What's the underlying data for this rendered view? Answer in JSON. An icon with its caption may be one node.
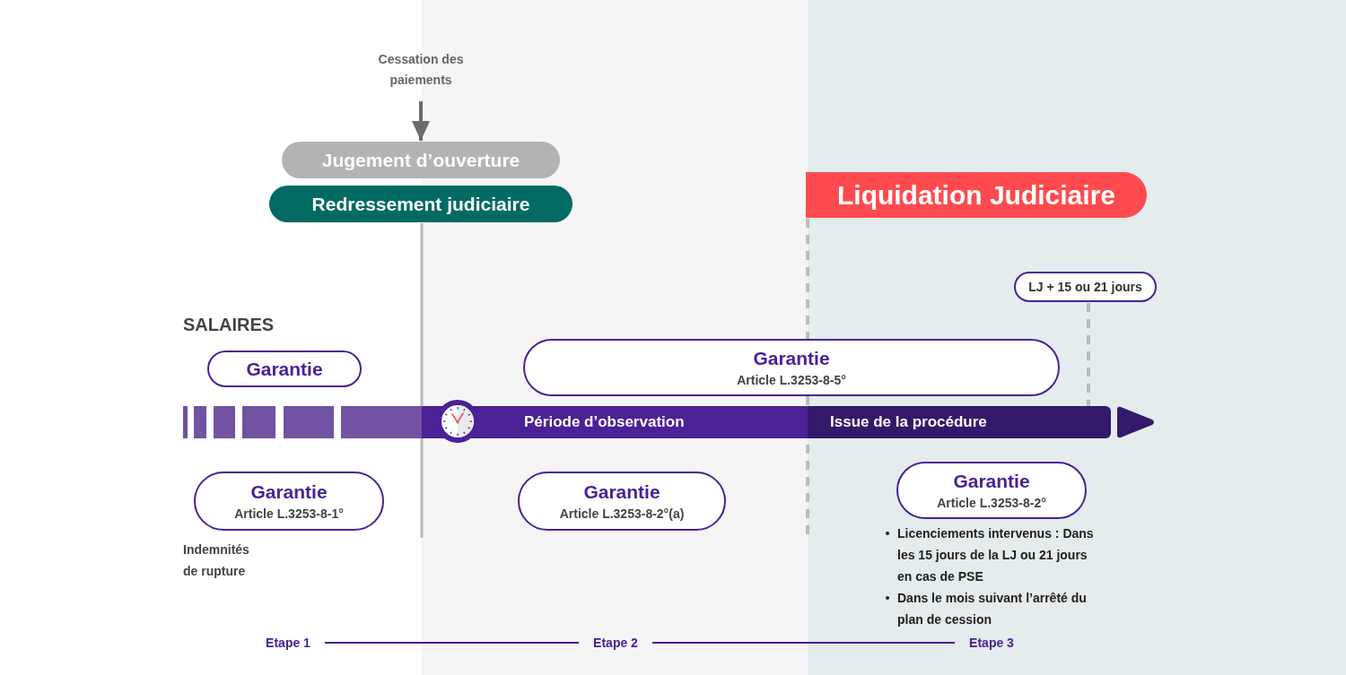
{
  "diagram": {
    "nodes": [
      {
        "text": [
          "Cessation des paiements"
        ]
      },
      {
        "text": [
          "Jugement d’ouverture"
        ]
      },
      {
        "text": [
          "Redressement judiciaire"
        ]
      },
      {
        "text": [
          "Liquidation Judiciaire"
        ]
      },
      {
        "text": [
          "LJ + 15 ou 21 jours"
        ]
      },
      {
        "text": [
          "Garantie"
        ]
      },
      {
        "text": [
          "Garantie",
          "Article L.3253-8-5°"
        ]
      },
      {
        "text": [
          "Période d’observation"
        ]
      },
      {
        "text": [
          "Issue de la procédure"
        ]
      },
      {
        "text": [
          "Garantie",
          "Article L.3253-8-1°"
        ]
      },
      {
        "text": [
          "Garantie",
          "Article L.3253-8-2°(a)"
        ]
      },
      {
        "text": [
          "Garantie",
          "Article L.3253-8-2°"
        ],
        "beside": [
          "Licenciements intervenus : Dans les 15 jours de la LJ ou 21 jours en cas de PSE",
          "Dans le mois suivant l’arrêté du plan de cession"
        ]
      },
      {
        "text": [
          "Etape 1"
        ]
      },
      {
        "text": [
          "Etape 2"
        ]
      },
      {
        "text": [
          "Etape 3"
        ]
      }
    ],
    "edges": [
      {
        "from": 0,
        "to": 1,
        "arrow": "to",
        "color": "#6b6b6b"
      },
      {
        "from": 4,
        "to": 8,
        "arrow": "none",
        "style": "dashed",
        "color": "#bbbbbb"
      },
      {
        "from": 12,
        "to": 13,
        "arrow": "none",
        "color": "#4a2196"
      },
      {
        "from": 13,
        "to": 14,
        "arrow": "none",
        "color": "#4a2196"
      }
    ],
    "labels": [
      "SALAIRES",
      "Indemnités de rupture"
    ]
  }
}
